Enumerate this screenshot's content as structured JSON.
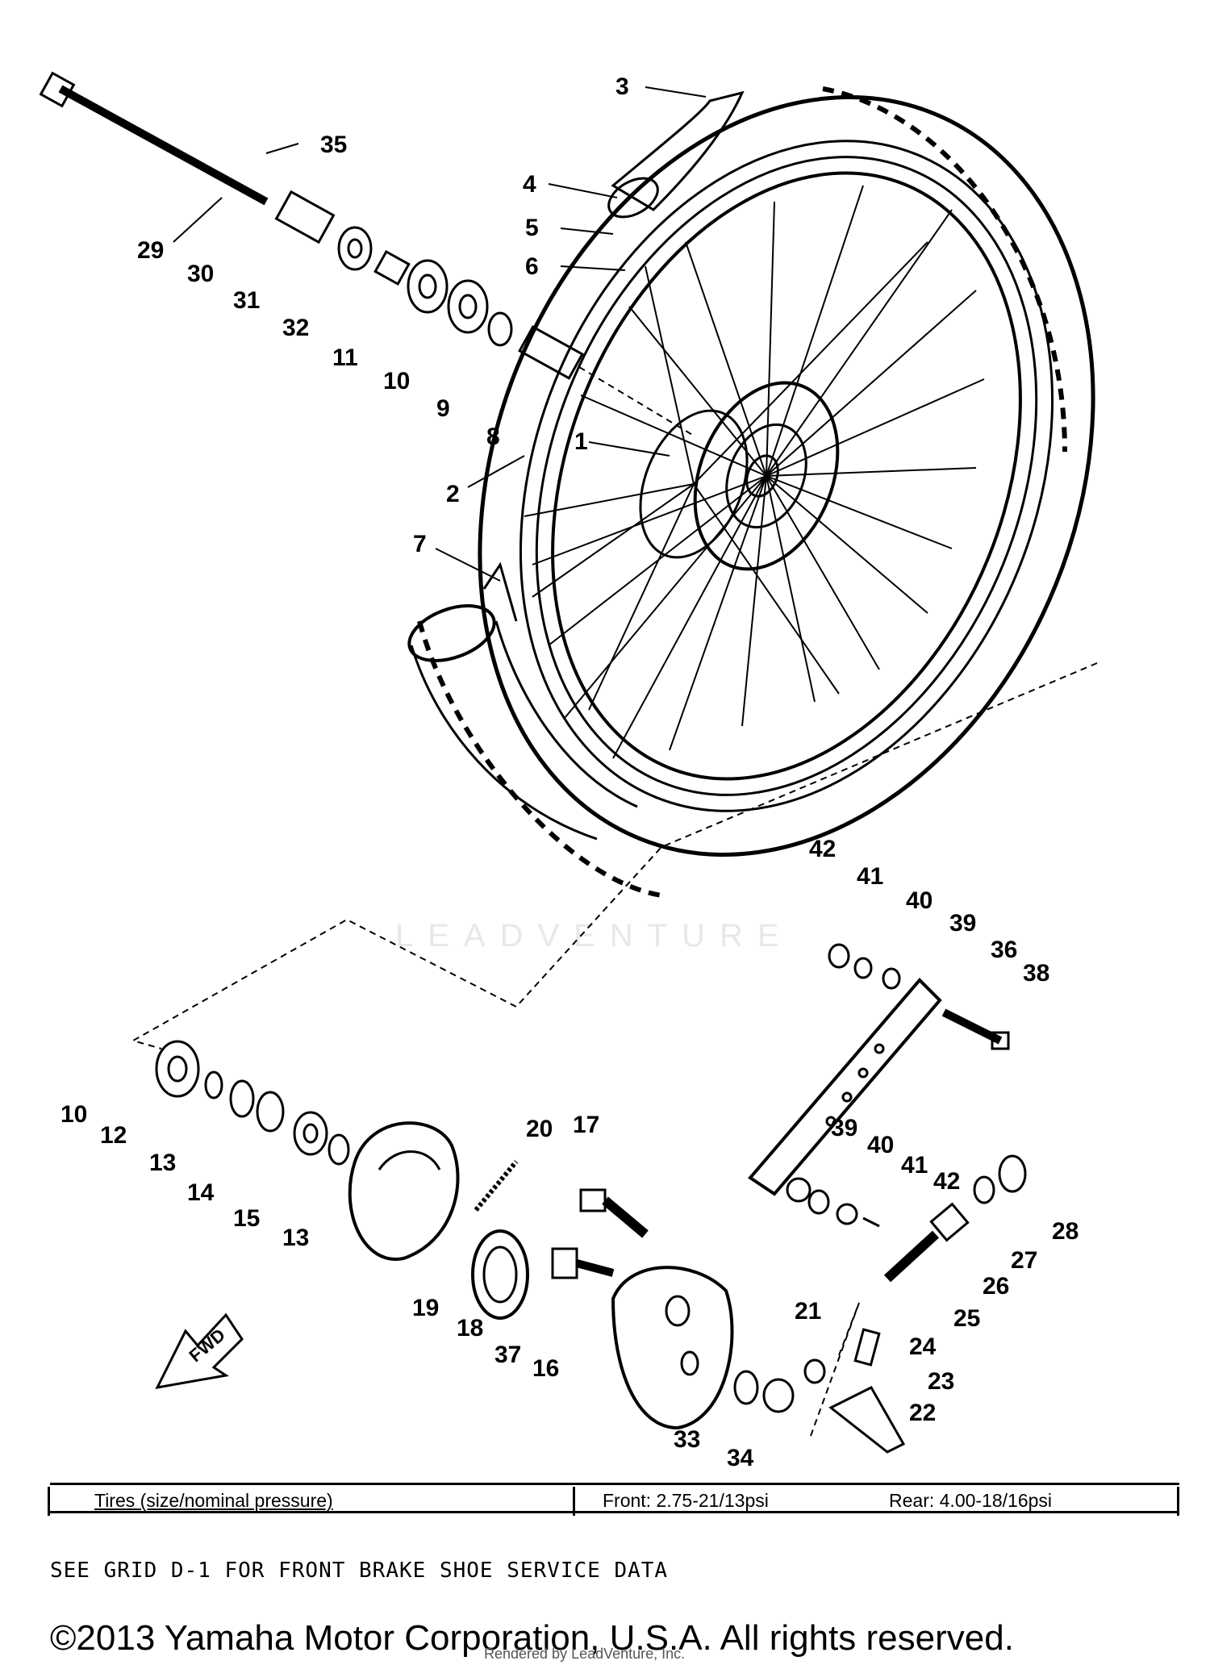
{
  "watermark": "LEADVENTURE",
  "callouts": [
    "1",
    "2",
    "3",
    "4",
    "5",
    "6",
    "7",
    "8",
    "9",
    "10",
    "11",
    "29",
    "30",
    "31",
    "32",
    "35",
    "10",
    "12",
    "13",
    "14",
    "15",
    "13",
    "16",
    "17",
    "18",
    "19",
    "20",
    "21",
    "22",
    "23",
    "24",
    "25",
    "26",
    "27",
    "28",
    "33",
    "34",
    "36",
    "37",
    "38",
    "39",
    "40",
    "41",
    "42",
    "39",
    "40",
    "41",
    "42"
  ],
  "fwd_label": "FWD",
  "table": {
    "label": "Tires (size/nominal pressure)",
    "front": "Front:  2.75-21/13psi",
    "rear": "Rear:  4.00-18/16psi"
  },
  "note": "SEE GRID D-1 FOR FRONT BRAKE SHOE SERVICE DATA",
  "copyright": "©2013 Yamaha Motor Corporation, U.S.A. All rights reserved.",
  "rendered_by": "Rendered by LeadVenture, Inc."
}
